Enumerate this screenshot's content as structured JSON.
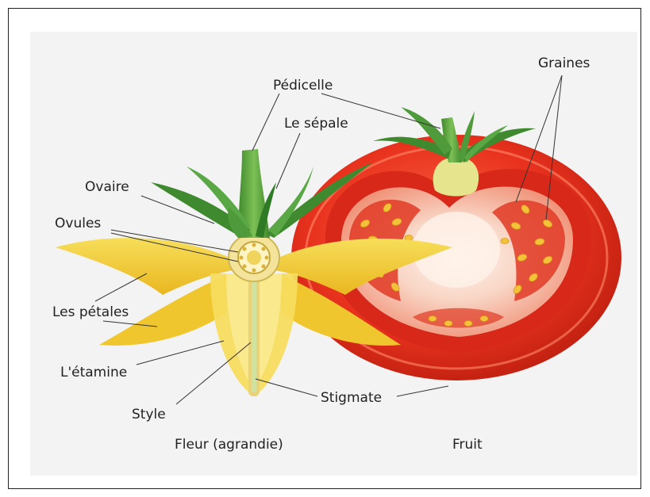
{
  "labels": {
    "pedicelle": "Pédicelle",
    "sepale": "Le sépale",
    "ovaire": "Ovaire",
    "ovules": "Ovules",
    "petales": "Les pétales",
    "etamine": "L'étamine",
    "style": "Style",
    "stigmate": "Stigmate",
    "graines": "Graines",
    "fleur": "Fleur (agrandie)",
    "fruit": "Fruit"
  },
  "colors": {
    "tomato": "#e8321e",
    "tomato_dark": "#c41e10",
    "flesh": "#f6c8b4",
    "seed": "#f2c23a",
    "petal": "#f2cf3c",
    "stem": "#4f9a3a",
    "ovary": "#f4e39a"
  }
}
